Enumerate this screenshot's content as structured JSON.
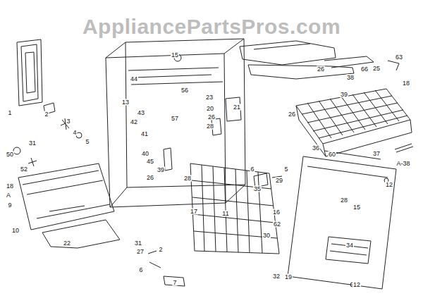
{
  "diagram": {
    "labels": [
      "AppliancePartsPros.com",
      "1",
      "2",
      "3",
      "4",
      "5",
      "31",
      "50",
      "52",
      "18",
      "A",
      "9",
      "10",
      "22",
      "44",
      "15",
      "13",
      "43",
      "42",
      "41",
      "40",
      "45",
      "26",
      "39",
      "28",
      "56",
      "57",
      "23",
      "20",
      "26",
      "28",
      "21",
      "6",
      "5",
      "35",
      "29",
      "17",
      "11",
      "16",
      "62",
      "30",
      "32",
      "19",
      "34",
      "12",
      "15",
      "28",
      "12",
      "60",
      "37",
      "A-38",
      "36",
      "38",
      "39",
      "26",
      "26",
      "66",
      "25",
      "63",
      "18",
      "31",
      "27",
      "2",
      "6",
      "7"
    ]
  }
}
